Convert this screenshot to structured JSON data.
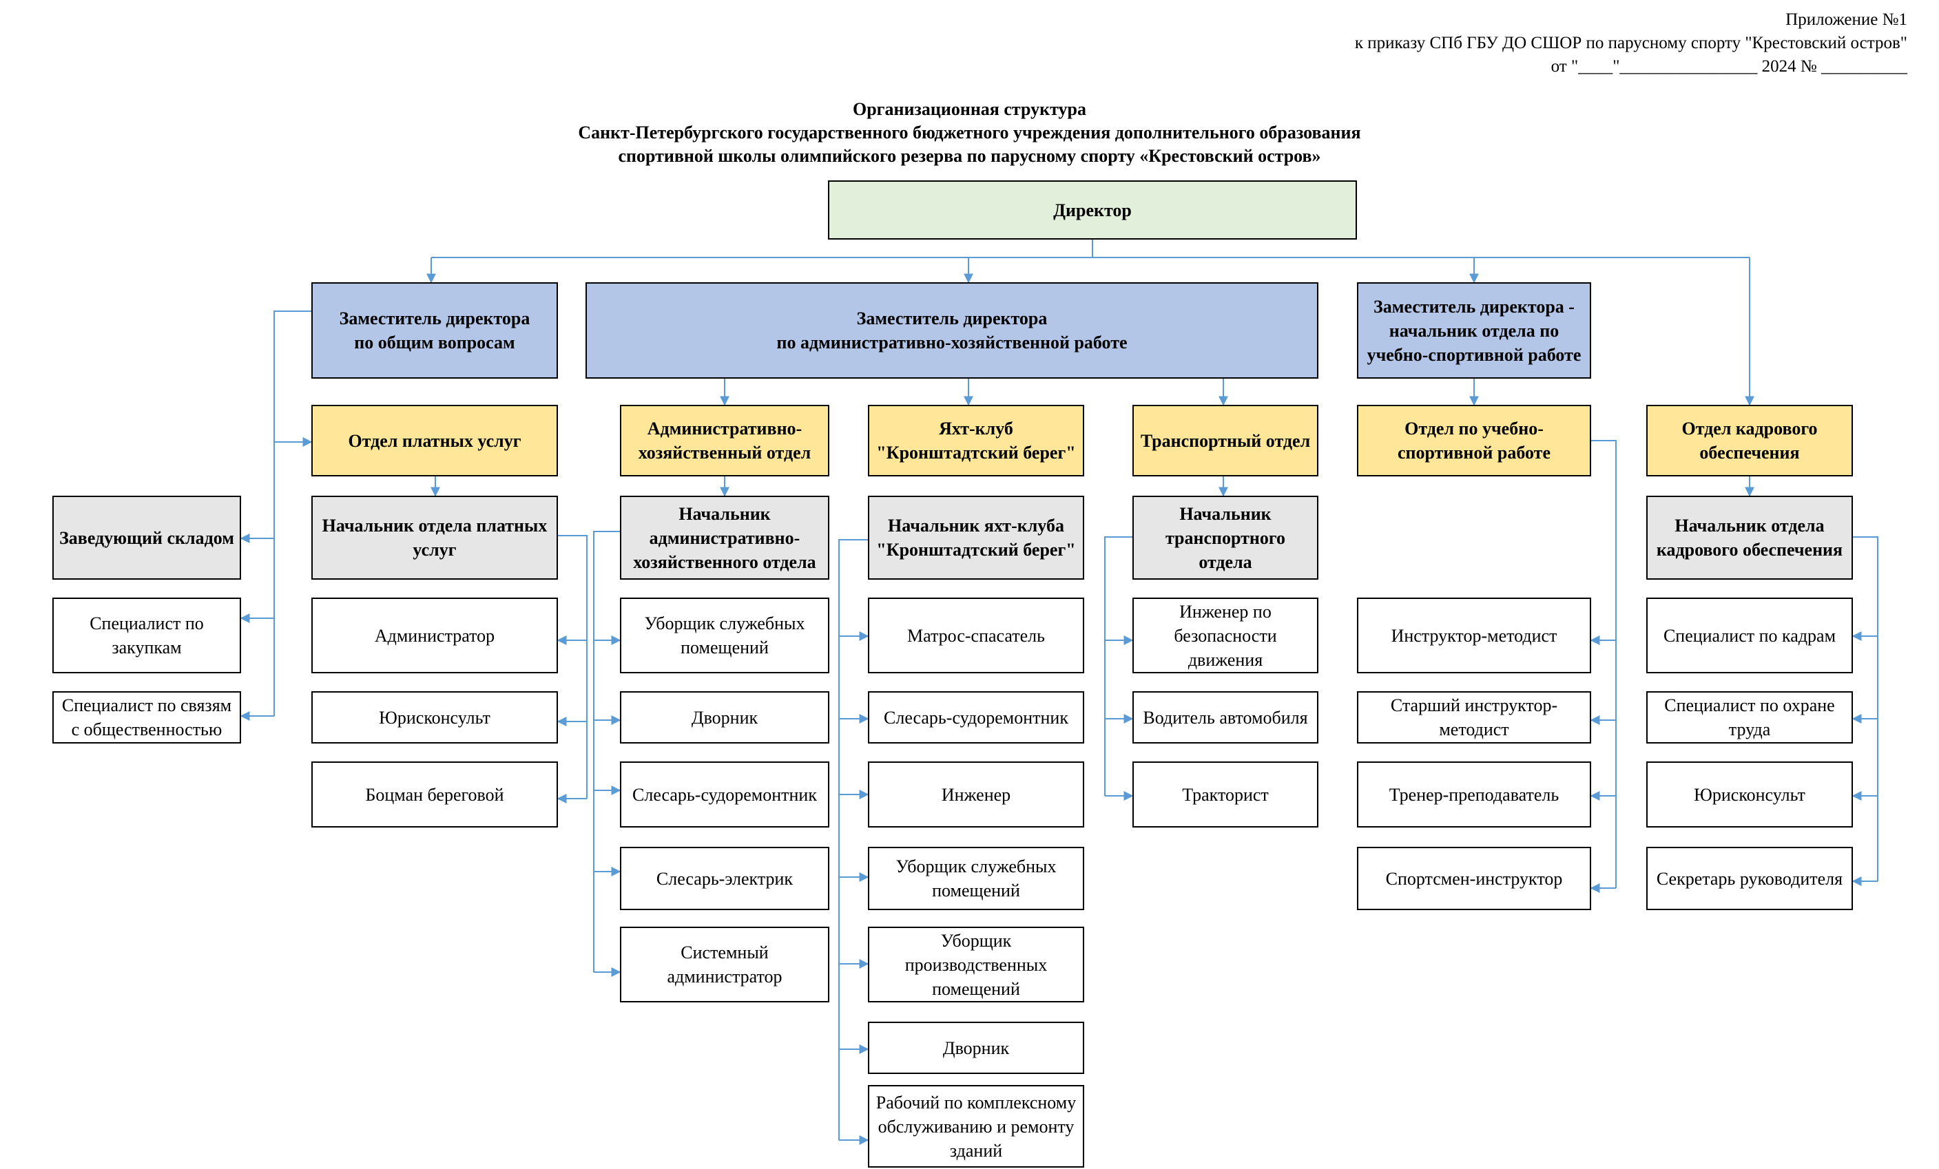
{
  "header": {
    "line1": "Приложение №1",
    "line2": "к приказу СПб ГБУ ДО СШОР по парусному спорту \"Крестовский остров\"",
    "line3": "от  \"____\"________________ 2024 № __________"
  },
  "title": {
    "line1": "Организационная структура",
    "line2": "Санкт-Петербургского государственного бюджетного учреждения дополнительного образования",
    "line3": "спортивной школы олимпийского резерва по парусному спорту «Крестовский остров»"
  },
  "colors": {
    "connector": "#5b9bd5",
    "director": "#e2efda",
    "deputy": "#b4c6e7",
    "department": "#ffe699",
    "head": "#e7e6e6"
  },
  "nodes": {
    "director": "Директор",
    "dep_general": "Заместитель директора\nпо общим вопросам",
    "dep_admin": "Заместитель директора\nпо административно-хозяйственной работе",
    "dep_sport": "Заместитель директора - начальник отдела по учебно-спортивной работе",
    "paid_dept": "Отдел платных услуг",
    "admin_dept": "Административно-хозяйственный отдел",
    "yacht_dept": "Яхт-клуб \"Кронштадтский берег\"",
    "transport_dept": "Транспортный отдел",
    "sport_dept": "Отдел по учебно-спортивной работе",
    "hr_dept": "Отдел кадрового обеспечения",
    "warehouse_head": "Заведующий складом",
    "procurement": "Специалист по закупкам",
    "pr_specialist": "Специалист по связям с общественностью",
    "paid_head": "Начальник отдела платных услуг",
    "paid_1": "Администратор",
    "paid_2": "Юрисконсульт",
    "paid_3": "Боцман береговой",
    "admin_head": "Начальник административно-хозяйственного отдела",
    "admin_1": "Уборщик служебных помещений",
    "admin_2": "Дворник",
    "admin_3": "Слесарь-судоремонтник",
    "admin_4": "Слесарь-электрик",
    "admin_5": "Системный администратор",
    "yacht_head": "Начальник яхт-клуба \"Кронштадтский берег\"",
    "yacht_1": "Матрос-спасатель",
    "yacht_2": "Слесарь-судоремонтник",
    "yacht_3": "Инженер",
    "yacht_4": "Уборщик служебных помещений",
    "yacht_5": "Уборщик производственных помещений",
    "yacht_6": "Дворник",
    "yacht_7": "Рабочий по комплексному обслуживанию и ремонту зданий",
    "transport_head": "Начальник транспортного отдела",
    "transport_1": "Инженер по безопасности движения",
    "transport_2": "Водитель автомобиля",
    "transport_3": "Тракторист",
    "sport_1": "Инструктор-методист",
    "sport_2": "Старший инструктор-методист",
    "sport_3": "Тренер-преподаватель",
    "sport_4": "Спортсмен-инструктор",
    "hr_head": "Начальник отдела кадрового обеспечения",
    "hr_1": "Специалист по кадрам",
    "hr_2": "Специалист по охране труда",
    "hr_3": "Юрисконсульт",
    "hr_4": "Секретарь руководителя"
  }
}
